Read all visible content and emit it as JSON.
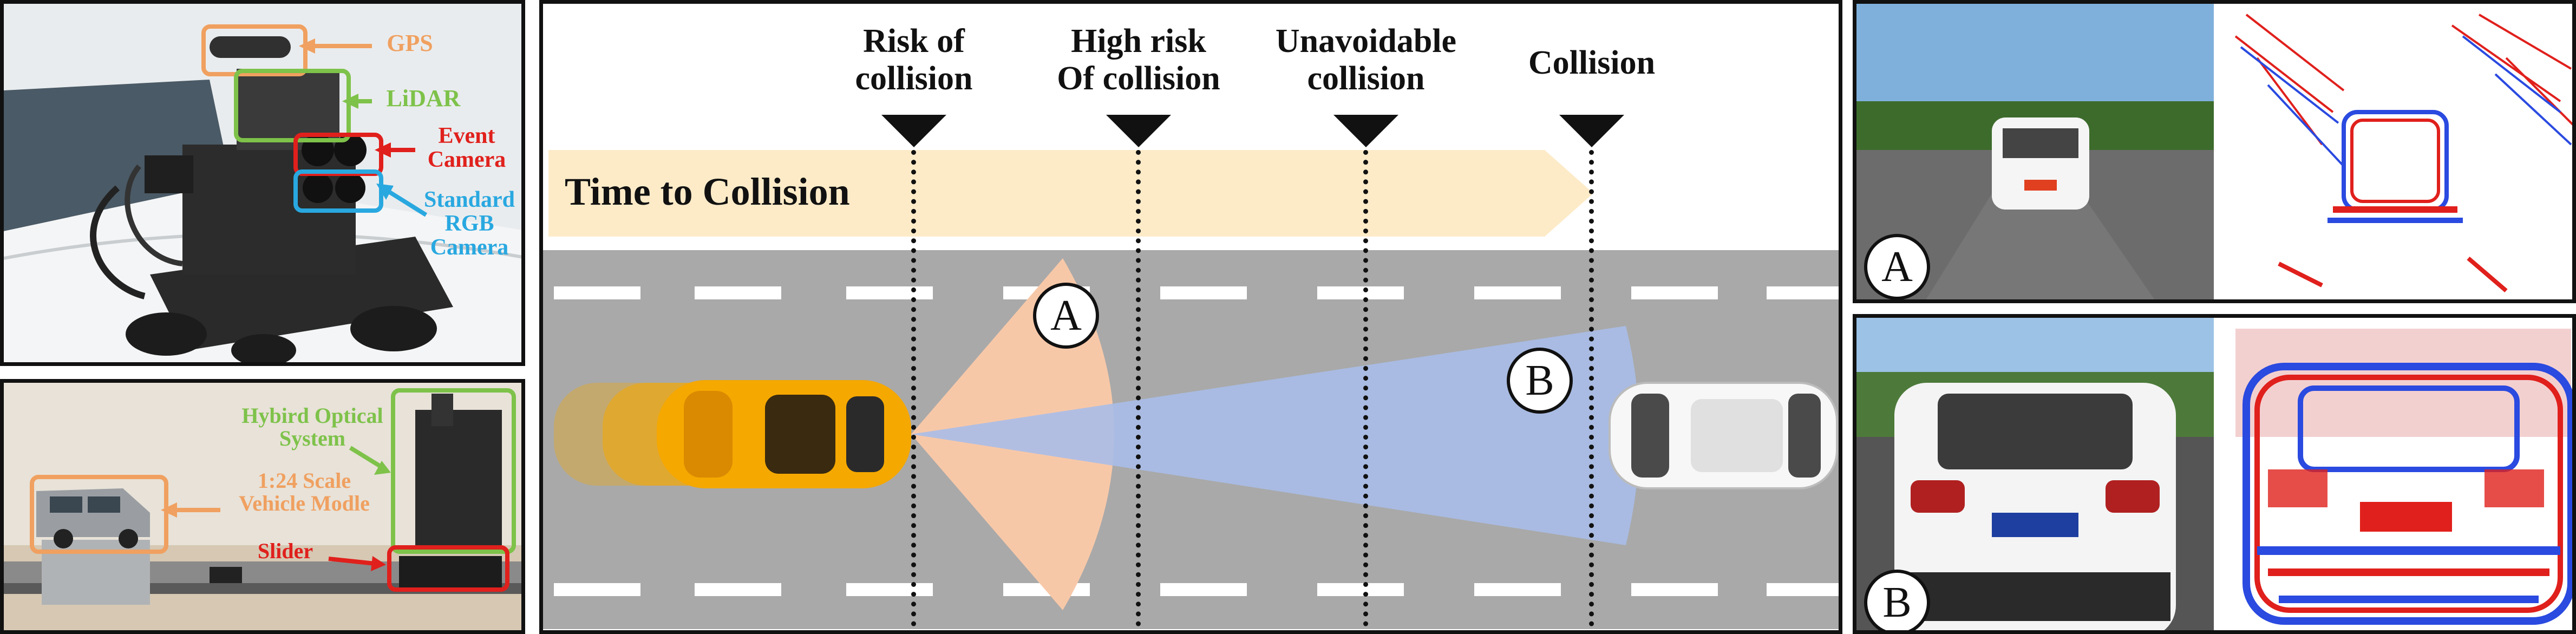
{
  "setup_panel": {
    "labels": {
      "gps": "GPS",
      "lidar": "LiDAR",
      "event_camera": "Event\nCamera",
      "rgb_camera": "Standard\nRGB\nCamera"
    }
  },
  "scale_panel": {
    "labels": {
      "hybrid_optical_system": "Hybird Optical\nSystem",
      "vehicle_model": "1:24 Scale\nVehicle Modle",
      "slider": "Slider"
    }
  },
  "ttc_panel": {
    "banner": "Time to Collision",
    "milestones": [
      "Risk of\ncollision",
      "High risk\nOf collision",
      "Unavoidable\ncollision",
      "Collision"
    ],
    "zone_tags": [
      "A",
      "B"
    ]
  },
  "samples": [
    {
      "tag": "A"
    },
    {
      "tag": "B"
    }
  ],
  "colors": {
    "gps": "#f0a060",
    "lidar": "#7ec24a",
    "event": "#e0201c",
    "rgb": "#29a8e0",
    "road": "#a9a9a9",
    "banner": "#fdebc8",
    "fov_a": "#f7c8a8",
    "fov_b": "#a9bde8",
    "yellow_car": "#f5a800"
  }
}
